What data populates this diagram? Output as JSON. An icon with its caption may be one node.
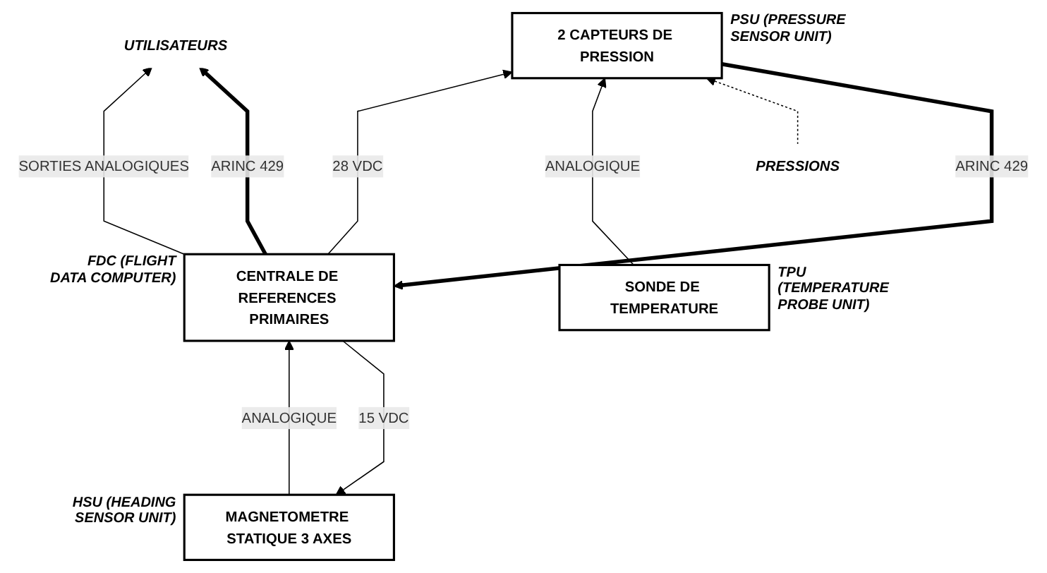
{
  "diagram": {
    "nodes": [
      {
        "text": [
          "UTILISATEURS"
        ]
      },
      {
        "text": [
          "CENTRALE DE REFERENCES PRIMAIRES"
        ],
        "beside": [
          "FDC (FLIGHT DATA COMPUTER)"
        ]
      },
      {
        "text": [
          "2 CAPTEURS DE PRESSION"
        ],
        "beside": [
          "PSU (PRESSURE SENSOR UNIT)"
        ]
      },
      {
        "text": [
          "MAGNETOMETRE STATIQUE 3 AXES"
        ],
        "beside": [
          "HSU (HEADING SENSOR UNIT)"
        ]
      },
      {
        "text": [
          "SONDE DE TEMPERATURE"
        ],
        "beside": [
          "TPU (TEMPERATURE PROBE UNIT)"
        ]
      },
      {
        "text": [
          "PRESSIONS"
        ]
      }
    ],
    "edges": [
      {
        "from": 1,
        "to": 0,
        "arrow": "to",
        "label": "SORTIES ANALOGIQUES"
      },
      {
        "from": 1,
        "to": 0,
        "arrow": "to",
        "label": "ARINC 429",
        "style": "thick"
      },
      {
        "from": 2,
        "to": 1,
        "arrow": "to",
        "label": "ARINC 429",
        "style": "thick"
      },
      {
        "from": 1,
        "to": 2,
        "arrow": "to",
        "label": "28 VDC"
      },
      {
        "from": 1,
        "to": 3,
        "arrow": "to",
        "label": "15 VDC"
      },
      {
        "from": 3,
        "to": 1,
        "arrow": "to",
        "label": "ANALOGIQUE"
      },
      {
        "from": 4,
        "to": 2,
        "arrow": "to",
        "label": "ANALOGIQUE"
      },
      {
        "from": 5,
        "to": 2,
        "arrow": "to",
        "style": "dashed"
      }
    ]
  }
}
